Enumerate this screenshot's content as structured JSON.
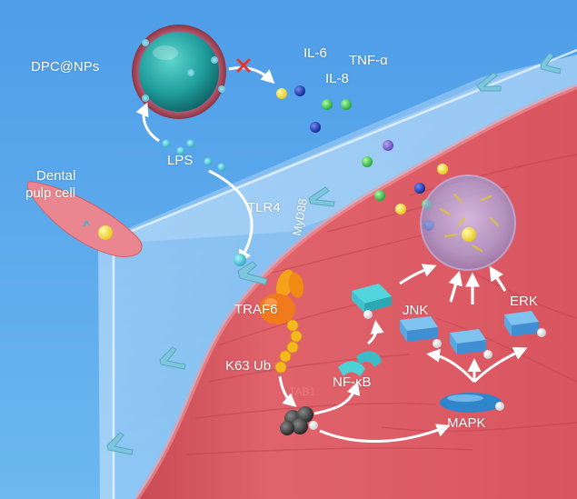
{
  "labels": {
    "dpc_nps": "DPC@NPs",
    "il6": "IL-6",
    "tnf": "TNF-α",
    "il8": "IL-8",
    "lps": "LPS",
    "dental_pulp_cell": "Dental pulp cell",
    "dental": "Dental",
    "pulp_cell": "pulp cell",
    "tlr4": "TLR4",
    "myd88": "MyD88",
    "traf6": "TRAF6",
    "k63ub": "K63 Ub",
    "tab1": "TAB1",
    "nfkb": "NF-κB",
    "jnk": "JNK",
    "erk": "ERK",
    "mapk": "MAPK"
  },
  "colors": {
    "background": "#5aa9ec",
    "membrane": "#e0636b",
    "membrane_dark": "#c8454f",
    "receptor": "#7cc6de",
    "teal_protein": "#4fd1d8",
    "kinase": "#4fa2da",
    "nanoparticle_core": "#1f9e9c",
    "nanoparticle_shell": "#c0404a",
    "inhibition_mark": "#e8332a",
    "cytokine_yellow": "#f2e02a",
    "cytokine_green": "#2ec744",
    "cytokine_blue": "#1d3fb8",
    "traf6": "#f07a1c",
    "ubiquitin": "#f5b81d"
  },
  "icons": {
    "inhibition": "red-x-icon",
    "receptor": "y-receptor-icon"
  }
}
